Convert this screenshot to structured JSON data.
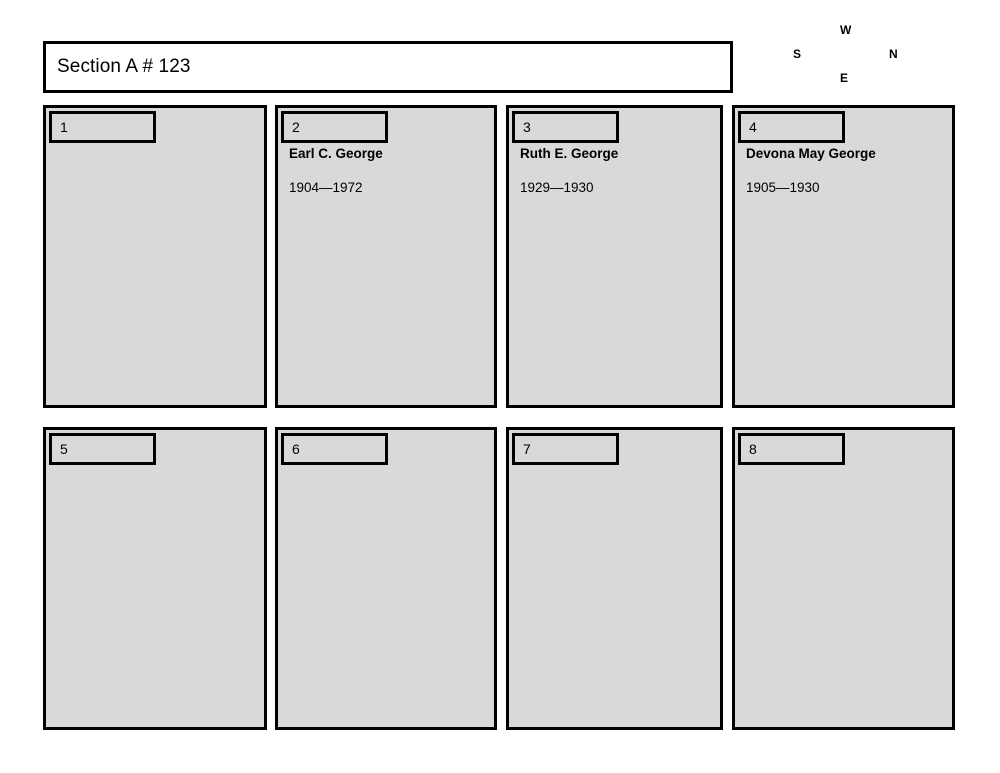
{
  "section": {
    "title": "Section A # 123"
  },
  "compass": {
    "top_label": "W",
    "left_label": "S",
    "right_label": "N",
    "bottom_label": "E"
  },
  "colors": {
    "plot_fill": "#d9d9d9",
    "border": "#000000",
    "page_background": "#ffffff",
    "text": "#000000"
  },
  "plots": [
    {
      "number": "1",
      "name": "",
      "dates": "",
      "occupied": false
    },
    {
      "number": "2",
      "name": "Earl C. George",
      "dates": "1904—1972",
      "occupied": true
    },
    {
      "number": "3",
      "name": "Ruth E. George",
      "dates": "1929—1930",
      "occupied": true
    },
    {
      "number": "4",
      "name": "Devona May George",
      "dates": "1905—1930",
      "occupied": true
    },
    {
      "number": "5",
      "name": "",
      "dates": "",
      "occupied": false
    },
    {
      "number": "6",
      "name": "",
      "dates": "",
      "occupied": false
    },
    {
      "number": "7",
      "name": "",
      "dates": "",
      "occupied": false
    },
    {
      "number": "8",
      "name": "",
      "dates": "",
      "occupied": false
    }
  ]
}
